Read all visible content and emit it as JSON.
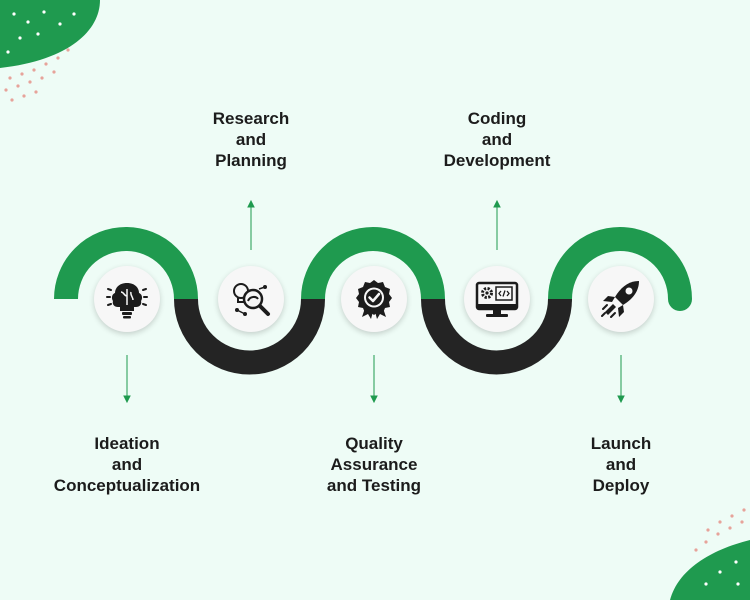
{
  "colors": {
    "background": "#eefcf6",
    "accent_green": "#1f9a4f",
    "dark_band": "#242424",
    "text": "#1c1c1c",
    "dot_pink": "#e7a39a"
  },
  "steps": [
    {
      "label_lines": [
        "Ideation",
        "and",
        "Conceptualization"
      ],
      "icon": "brain-lightbulb-icon",
      "label_position": "below"
    },
    {
      "label_lines": [
        "Research",
        "and",
        "Planning"
      ],
      "icon": "research-magnifier-icon",
      "label_position": "above"
    },
    {
      "label_lines": [
        "Quality",
        "Assurance",
        "and Testing"
      ],
      "icon": "quality-badge-check-icon",
      "label_position": "below"
    },
    {
      "label_lines": [
        "Coding",
        "and",
        "Development"
      ],
      "icon": "monitor-code-gear-icon",
      "label_position": "above"
    },
    {
      "label_lines": [
        "Launch",
        "and",
        "Deploy"
      ],
      "icon": "rocket-icon",
      "label_position": "below"
    }
  ]
}
